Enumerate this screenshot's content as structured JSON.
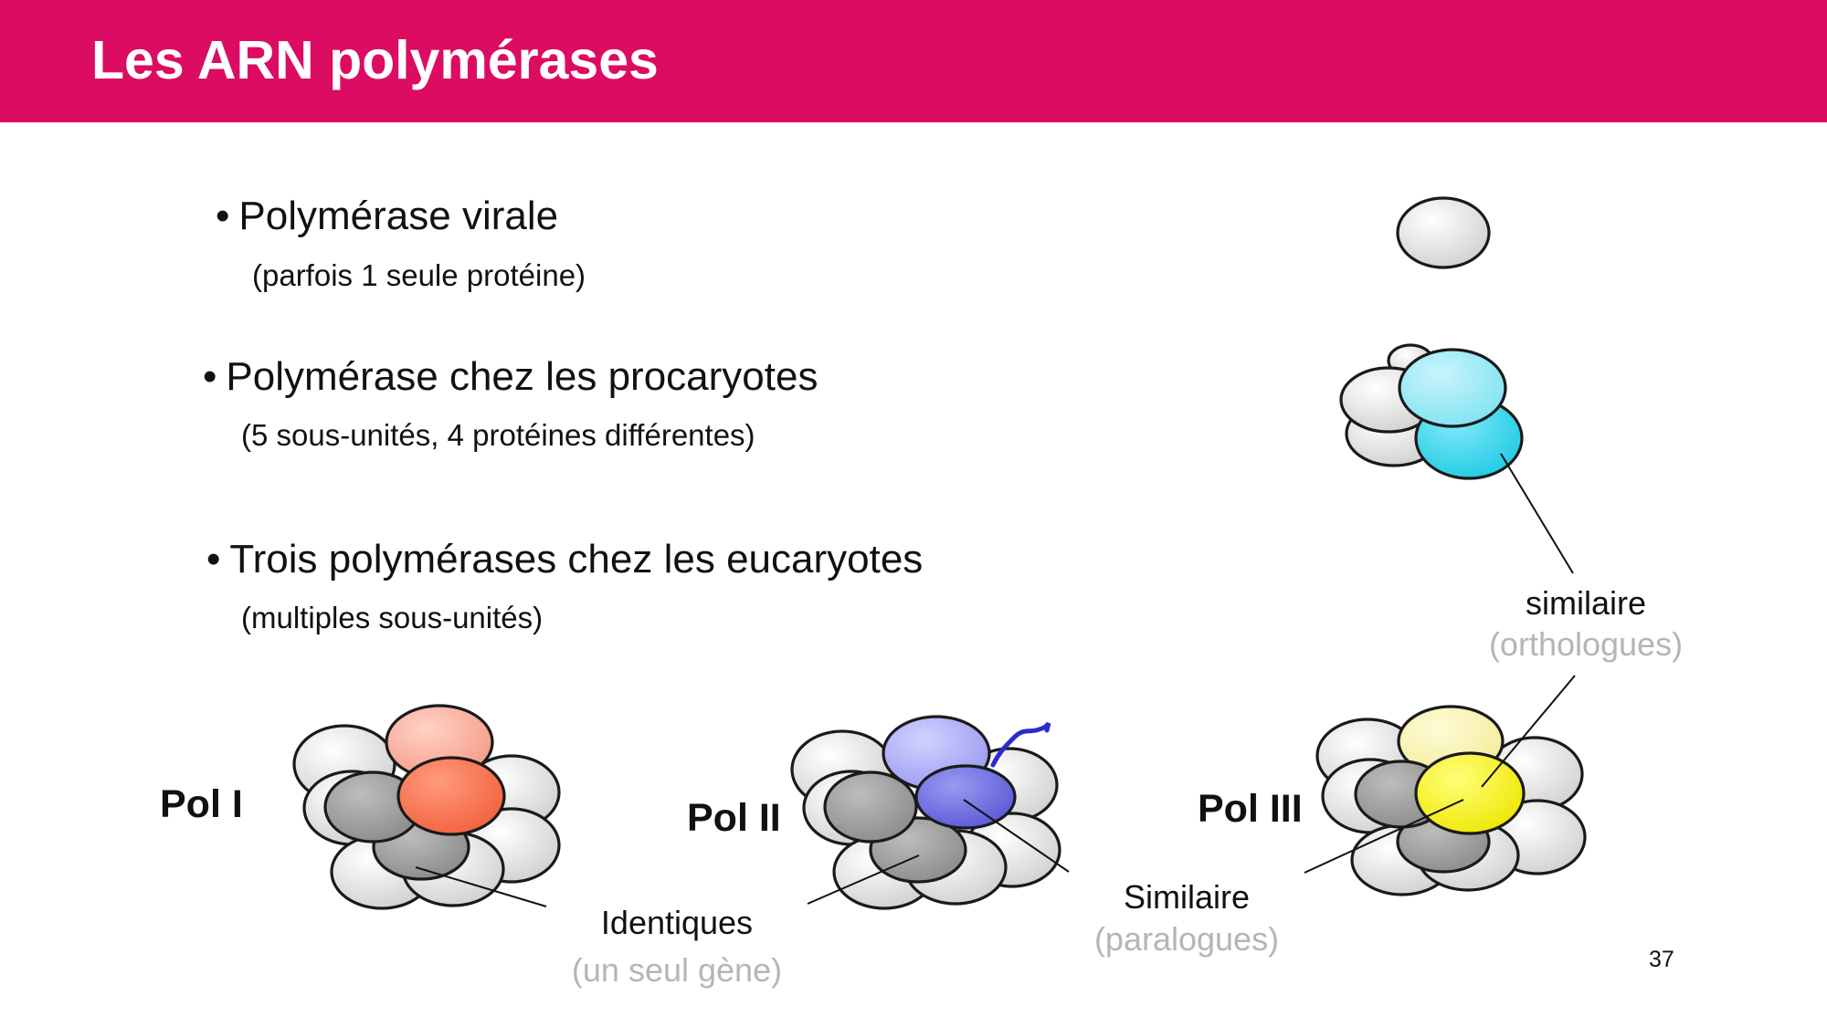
{
  "slide": {
    "title": "Les ARN polymérases",
    "page_number": "37"
  },
  "bullets": [
    {
      "marker": "•",
      "text": "Polymérase virale",
      "sub": "(parfois 1 seule protéine)"
    },
    {
      "marker": "•",
      "text": "Polymérase chez les procaryotes",
      "sub": "(5 sous-unités, 4 protéines différentes)"
    },
    {
      "marker": "•",
      "text": "Trois polymérases chez les eucaryotes",
      "sub": "(multiples sous-unités)"
    }
  ],
  "pol_labels": [
    "Pol I",
    "Pol II",
    "Pol III"
  ],
  "annotations": {
    "similaire_top": {
      "main": "similaire",
      "sub": "(orthologues)"
    },
    "identiques": {
      "main": "Identiques",
      "sub": "(un seul gène)"
    },
    "similaire_bottom": {
      "main": "Similaire",
      "sub": "(paralogues)"
    }
  },
  "colors": {
    "title_bar": "#db0c62",
    "subunit_gray": "#dcdcdc",
    "subunit_dark_gray": "#9a9a9a",
    "prokaryote_cyan": "#2fd3ec",
    "pol1_orange": "#ff6f4d",
    "pol2_blue": "#6f6fe0",
    "pol3_yellow": "#f6f000",
    "dna_strand": "#2a2ad0"
  }
}
